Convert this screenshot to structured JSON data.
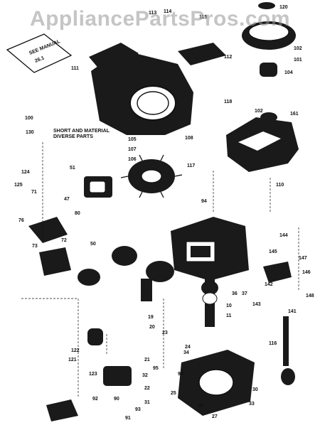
{
  "watermark": "AppliancePartsPros.com",
  "manual_label": [
    "SEE MANUAL",
    "26.1"
  ],
  "engine_label": [
    "SHORT AND MATERIAL",
    "DIVERSE PARTS"
  ],
  "callouts": [
    "113",
    "114",
    "115",
    "120",
    "102",
    "101",
    "104",
    "111",
    "112",
    "100",
    "118",
    "117",
    "110",
    "102",
    "161",
    "105",
    "107",
    "108",
    "130",
    "94",
    "106",
    "124",
    "125",
    "71",
    "76",
    "73",
    "80",
    "72",
    "51",
    "47",
    "50",
    "144",
    "145",
    "147",
    "146",
    "148",
    "141",
    "143",
    "142",
    "116",
    "121",
    "122",
    "123",
    "10",
    "11",
    "36",
    "37",
    "23",
    "24",
    "25",
    "19",
    "20",
    "21",
    "22",
    "26",
    "27",
    "32",
    "34",
    "30",
    "31",
    "33",
    "91",
    "90",
    "92",
    "93",
    "94",
    "95"
  ]
}
